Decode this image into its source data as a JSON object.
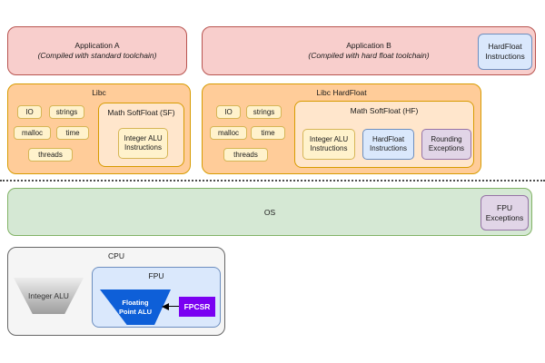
{
  "diagram": {
    "app_a": {
      "title": "Application A",
      "subtitle": "(Compiled with standard toolchain)"
    },
    "app_b": {
      "title": "Application B",
      "subtitle": "(Compiled with hard float toolchain)",
      "badge": "HardFloat Instructions"
    },
    "libc": {
      "title": "Libc",
      "modules": [
        "IO",
        "strings",
        "malloc",
        "time",
        "threads"
      ],
      "math": {
        "title": "Math SoftFloat (SF)",
        "items": [
          "Integer ALU Instructions"
        ]
      }
    },
    "libc_hf": {
      "title": "Libc HardFloat",
      "modules": [
        "IO",
        "strings",
        "malloc",
        "time",
        "threads"
      ],
      "math": {
        "title": "Math SoftFloat (HF)",
        "items": [
          "Integer ALU Instructions",
          "HardFloat Instructions",
          "Rounding Exceptions"
        ]
      }
    },
    "os": {
      "title": "OS",
      "badge": "FPU Exceptions"
    },
    "cpu": {
      "title": "CPU",
      "integer_alu": "Integer ALU",
      "fpu": {
        "title": "FPU",
        "fp_alu": "Floating Point ALU",
        "fpcsr": "FPCSR"
      }
    }
  },
  "colors": {
    "app_fill": "#f8cecc",
    "app_border": "#b85450",
    "libc_fill": "#ffcc99",
    "libc_inner_fill": "#ffe6cc",
    "libc_border": "#d79b00",
    "module_fill": "#fff2cc",
    "module_border": "#d6b656",
    "blue_fill": "#dae8fc",
    "blue_border": "#6c8ebf",
    "purple_fill": "#e1d5e7",
    "purple_border": "#9673a6",
    "os_fill": "#d5e8d4",
    "os_border": "#82b366",
    "cpu_fill": "#f5f5f5",
    "cpu_border": "#666666",
    "fp_alu_fill": "#0e5fd8",
    "fpcsr_fill": "#7a00f2"
  }
}
